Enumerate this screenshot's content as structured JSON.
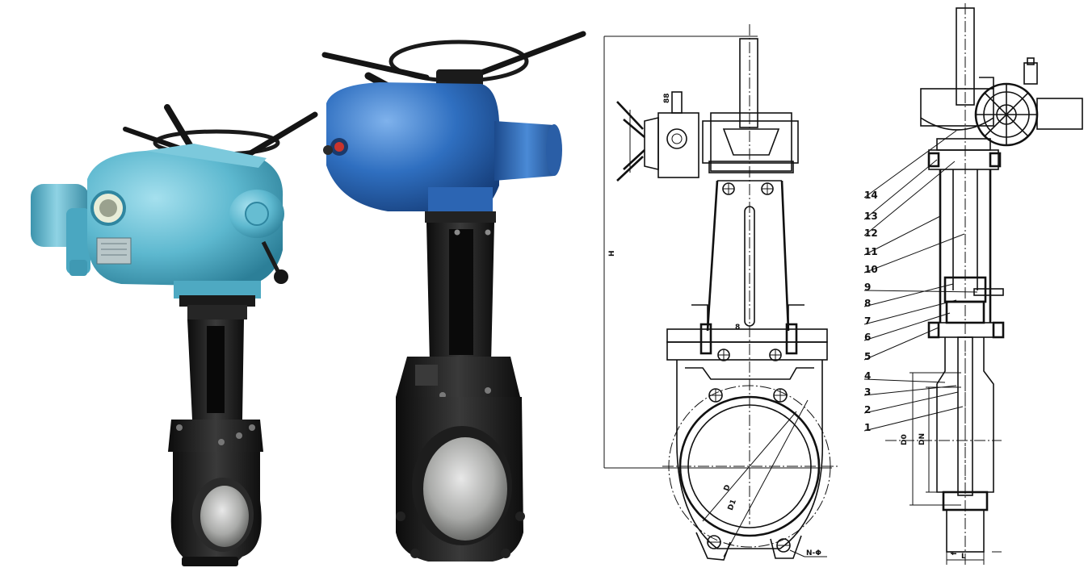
{
  "photos": {
    "left_valve": {
      "icon": "electric-knife-gate-valve-light-blue-photo",
      "actuator_color": "#5db8cf",
      "body_color": "#1c1c1c"
    },
    "center_valve": {
      "icon": "electric-knife-gate-valve-dark-blue-photo",
      "actuator_color": "#2f6fc0",
      "body_color": "#1b1e24"
    }
  },
  "front_drawing": {
    "dimension_labels": {
      "height": "H",
      "bolt_circle": "D",
      "seat_diameter": "D1",
      "bolt_holes": "N-Φ"
    }
  },
  "section_drawing": {
    "part_labels": [
      "14",
      "13",
      "12",
      "11",
      "10",
      "9",
      "8",
      "7",
      "6",
      "5",
      "4",
      "3",
      "2",
      "1"
    ],
    "dimension_labels": {
      "outer_diameter": "D0",
      "nominal_diameter": "DN",
      "width": "L",
      "flange": "f"
    }
  }
}
